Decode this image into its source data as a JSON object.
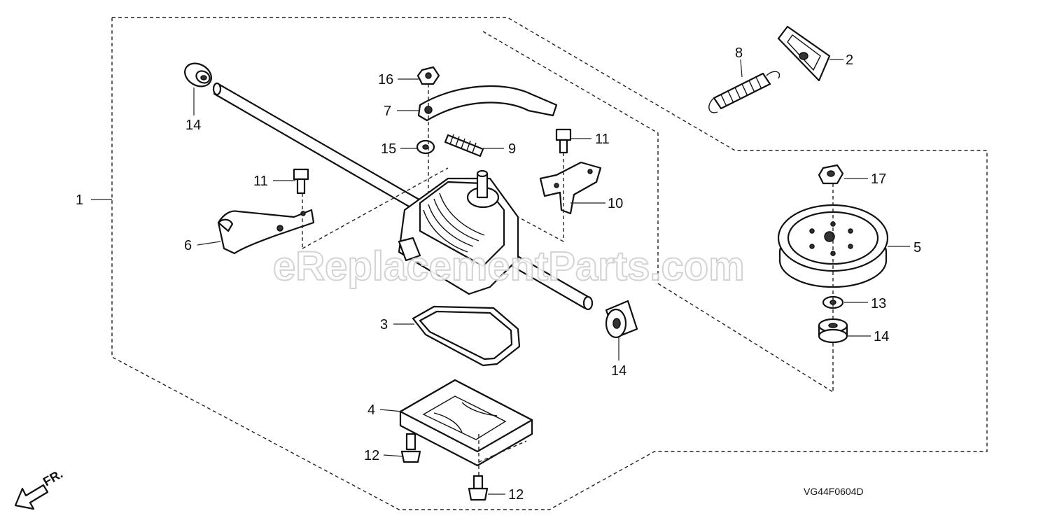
{
  "diagram": {
    "watermark": "eReplacementParts.com",
    "code": "VG44F0604D",
    "direction_label": "FR.",
    "callouts": {
      "c1": "1",
      "c2": "2",
      "c3": "3",
      "c4": "4",
      "c5": "5",
      "c6": "6",
      "c7": "7",
      "c8": "8",
      "c9": "9",
      "c10": "10",
      "c11a": "11",
      "c11b": "11",
      "c12a": "12",
      "c12b": "12",
      "c13": "13",
      "c14a": "14",
      "c14b": "14",
      "c14c": "14",
      "c15": "15",
      "c16": "16",
      "c17": "17"
    }
  }
}
